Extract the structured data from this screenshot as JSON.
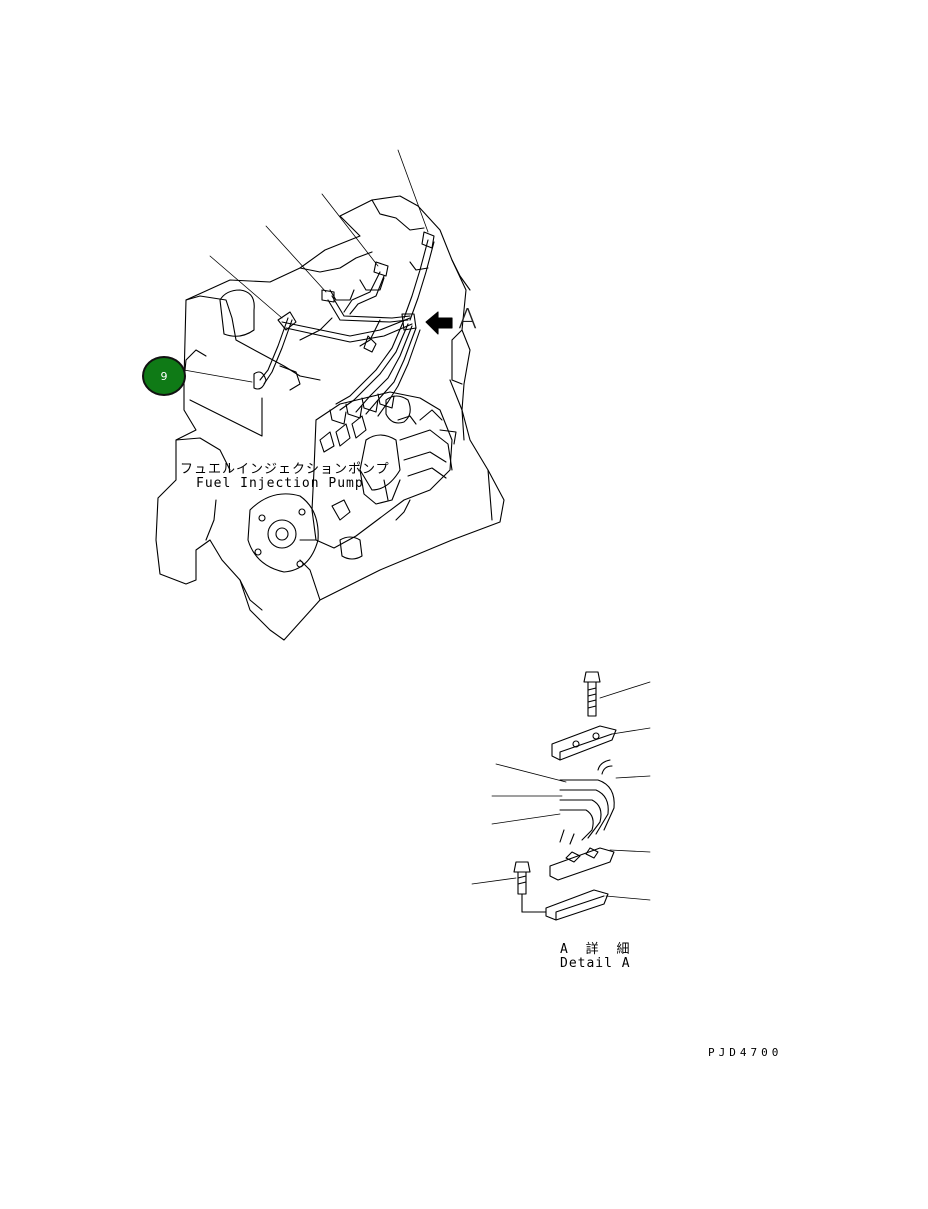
{
  "callout": {
    "number": "9",
    "color": "#0f7a16"
  },
  "labels": {
    "pump_jp": "フュエルインジェクションポンプ",
    "pump_en": "Fuel Injection Pump",
    "view_marker": "A",
    "detail_jp": "A 詳 細",
    "detail_en": "Detail A",
    "drawing_code": "PJD4700"
  }
}
